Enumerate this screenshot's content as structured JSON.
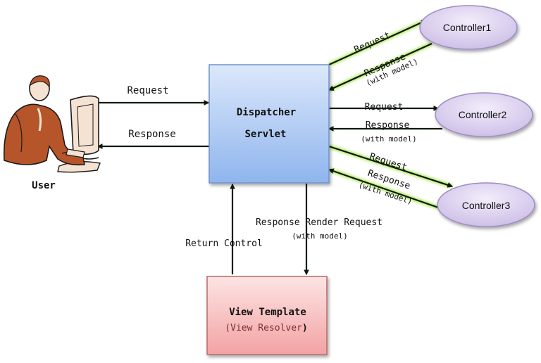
{
  "user": {
    "label": "User"
  },
  "dispatcher": {
    "line1": "Dispatcher",
    "line2": "Servlet"
  },
  "view": {
    "line1": "View Template",
    "line2_open": "(View Resolver",
    "line2_close": ")"
  },
  "controllers": [
    {
      "label": "Controller1"
    },
    {
      "label": "Controller2"
    },
    {
      "label": "Controller3"
    }
  ],
  "user_flow": {
    "request": "Request",
    "response": "Response"
  },
  "controller_flow": {
    "request": "Request",
    "response": "Response",
    "with_model": "(with model)"
  },
  "view_flow": {
    "response_render": "Response Render Request",
    "with_model": "(with model)",
    "return_control": "Return Control"
  },
  "colors": {
    "arrow_line": "#0b1a0b",
    "arrow_glow": "#b7ea6a",
    "dispatcher_top": "#d8e6fb",
    "dispatcher_bottom": "#93b9ef",
    "dispatcher_border": "#6d93c9",
    "view_top": "#fde0e0",
    "view_bottom": "#f4a7a7",
    "view_border": "#b76a6a",
    "controller_fill": "#d9cdef",
    "controller_border": "#9e8cc2",
    "user_skin": "#b6542a"
  }
}
